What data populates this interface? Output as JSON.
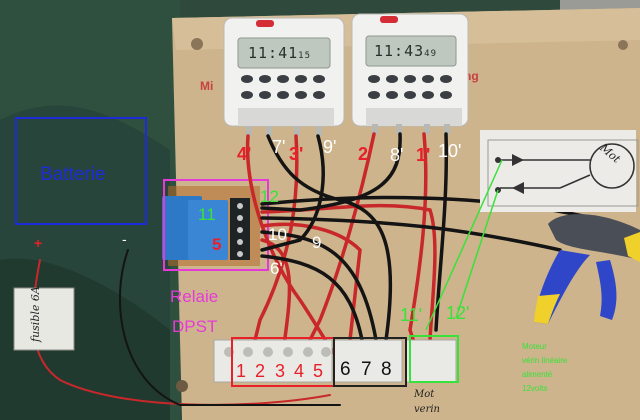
{
  "timers": {
    "left_time": "11:41",
    "left_seconds": "15",
    "right_time": "11:43",
    "right_seconds": "49"
  },
  "labels": {
    "battery": "Batterie",
    "fuse": "fusible 6A",
    "relay_line1": "Relaie",
    "relay_line2": "DPST",
    "motor": "Mot",
    "motor_bottom_1": "Mot",
    "motor_bottom_2": "verin",
    "legend": [
      "Moteur",
      "vérin linéaire",
      "alimenté",
      "12volts"
    ]
  },
  "terminal_numbers": {
    "red": [
      "4'",
      "3'",
      "2'",
      "1'",
      "5",
      "1",
      "2",
      "3",
      "4",
      "5"
    ],
    "white": [
      "7'",
      "9'",
      "8'",
      "10'",
      "10",
      "9",
      "6'",
      "6",
      "7",
      "8"
    ],
    "green": [
      "12",
      "11",
      "11'",
      "12'"
    ]
  },
  "colors": {
    "board": "#cdb48c",
    "wire_red": "#c8282a",
    "wire_black": "#141414",
    "annotation_green": "#39e23a",
    "annotation_pink": "#e63ad8",
    "annotation_blue": "#1d2bd8"
  }
}
